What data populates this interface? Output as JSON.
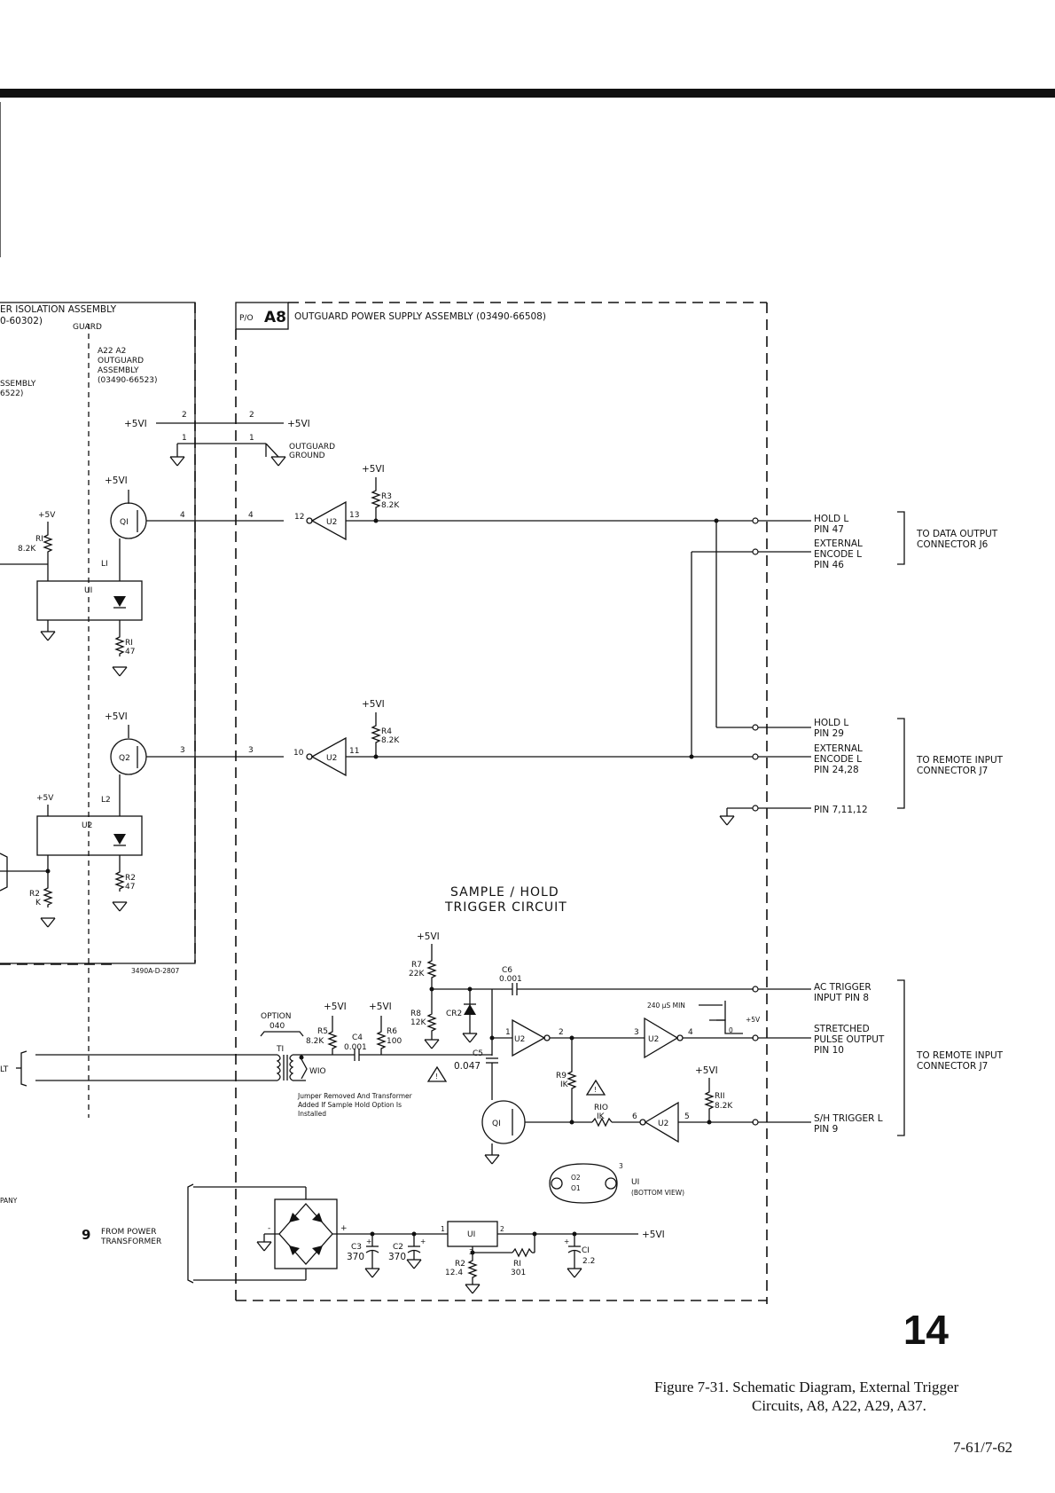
{
  "assemblies": {
    "isolation": "ER ISOLATION ASSEMBLY",
    "isolation_pn": "0-60302)",
    "guard": "GUARD",
    "a22": [
      "A22 A2",
      "OUTGUARD",
      "ASSEMBLY",
      "(03490-66523)"
    ],
    "left_assembly": [
      "SSEMBLY",
      "6522)"
    ],
    "a8_prefix": "P/O",
    "a8": "A8",
    "a8_title": "OUTGUARD POWER SUPPLY ASSEMBLY (03490-66508)",
    "drawing_number": "3490A-D-2807"
  },
  "labels": {
    "p5vi": "+5VI",
    "p5v": "+5V",
    "outguard_ground": [
      "OUTGUARD",
      "GROUND"
    ],
    "q1": "QI",
    "q2": "Q2",
    "u1": "UI",
    "u2": "U2",
    "l1": "LI",
    "l2": "L2",
    "r1_top": [
      "RI",
      "8.2K"
    ],
    "r1_bottom": [
      "RI",
      "47"
    ],
    "r2_bottom": [
      "R2",
      "47"
    ],
    "r2_left": [
      "R2",
      "K"
    ],
    "r3": [
      "R3",
      "8.2K"
    ],
    "r4": [
      "R4",
      "8.2K"
    ],
    "pins": {
      "p2": "2",
      "p1": "1",
      "p4": "4",
      "p3": "3",
      "p12": "12",
      "p13": "13",
      "p10": "10",
      "p11": "11"
    }
  },
  "connectors": {
    "hold_l_47": [
      "HOLD L",
      "PIN 47"
    ],
    "ext_encode_46": [
      "EXTERNAL",
      "ENCODE L",
      "PIN 46"
    ],
    "to_j6": [
      "TO DATA OUTPUT",
      "CONNECTOR J6"
    ],
    "hold_l_29": [
      "HOLD L",
      "PIN 29"
    ],
    "ext_encode_24": [
      "EXTERNAL",
      "ENCODE L",
      "PIN 24,28"
    ],
    "to_j7_a": [
      "TO REMOTE INPUT",
      "CONNECTOR J7"
    ],
    "pin_gnd": "PIN 7,11,12",
    "ac_trigger": [
      "AC TRIGGER",
      "INPUT PIN 8"
    ],
    "stretched": [
      "STRETCHED",
      "PULSE OUTPUT",
      "PIN 10"
    ],
    "sh_trigger": [
      "S/H TRIGGER L",
      "PIN 9"
    ],
    "to_j7_b": [
      "TO REMOTE INPUT",
      "CONNECTOR J7"
    ]
  },
  "sample_hold": {
    "title": [
      "SAMPLE / HOLD",
      "TRIGGER CIRCUIT"
    ],
    "option": [
      "OPTION",
      "040"
    ],
    "t1": "TI",
    "w10": "WIO",
    "r5": [
      "R5",
      "8.2K"
    ],
    "c4": [
      "C4",
      "0.001"
    ],
    "r6": [
      "R6",
      "100"
    ],
    "r7": [
      "R7",
      "22K"
    ],
    "c6": [
      "C6",
      "0.001"
    ],
    "r8": [
      "R8",
      "12K"
    ],
    "cr2": "CR2",
    "c5": [
      "C5",
      "0.047"
    ],
    "r9": [
      "R9",
      "IK"
    ],
    "r10": [
      "RIO",
      "IK"
    ],
    "r11": [
      "RII",
      "8.2K"
    ],
    "pulse_width": "240 μS MIN",
    "pulse_high": "+5V",
    "pulse_low": "0",
    "jumper_note": [
      "Jumper Removed And Transformer",
      "Added If Sample Hold Option Is",
      "Installed"
    ],
    "u1_view": [
      "UI",
      "(BOTTOM VIEW)"
    ],
    "u1_pins": [
      "O2",
      "O1",
      "3"
    ],
    "sh_pins": {
      "p1": "1",
      "p2": "2",
      "p3": "3",
      "p4": "4",
      "p5": "5",
      "p6": "6"
    }
  },
  "power": {
    "from": "FROM POWER",
    "transformer": "TRANSFORMER",
    "marker": "9",
    "u1": "UI",
    "c3": [
      "C3",
      "370"
    ],
    "c2": [
      "C2",
      "370"
    ],
    "r2": [
      "R2",
      "12.4"
    ],
    "r1": [
      "RI",
      "301"
    ],
    "c1": [
      "CI",
      "2.2"
    ],
    "out": "+5VI",
    "plus": "+",
    "minus": "-",
    "pins": {
      "p1": "1",
      "p2": "2",
      "p3": "3"
    }
  },
  "margin_fragments": {
    "lt": "LT",
    "any": "PANY"
  },
  "page_number": "14",
  "caption": {
    "line1": "Figure 7-31.  Schematic Diagram, External Trigger",
    "line2": "Circuits, A8, A22, A29, A37."
  },
  "page_ref": "7-61/7-62"
}
